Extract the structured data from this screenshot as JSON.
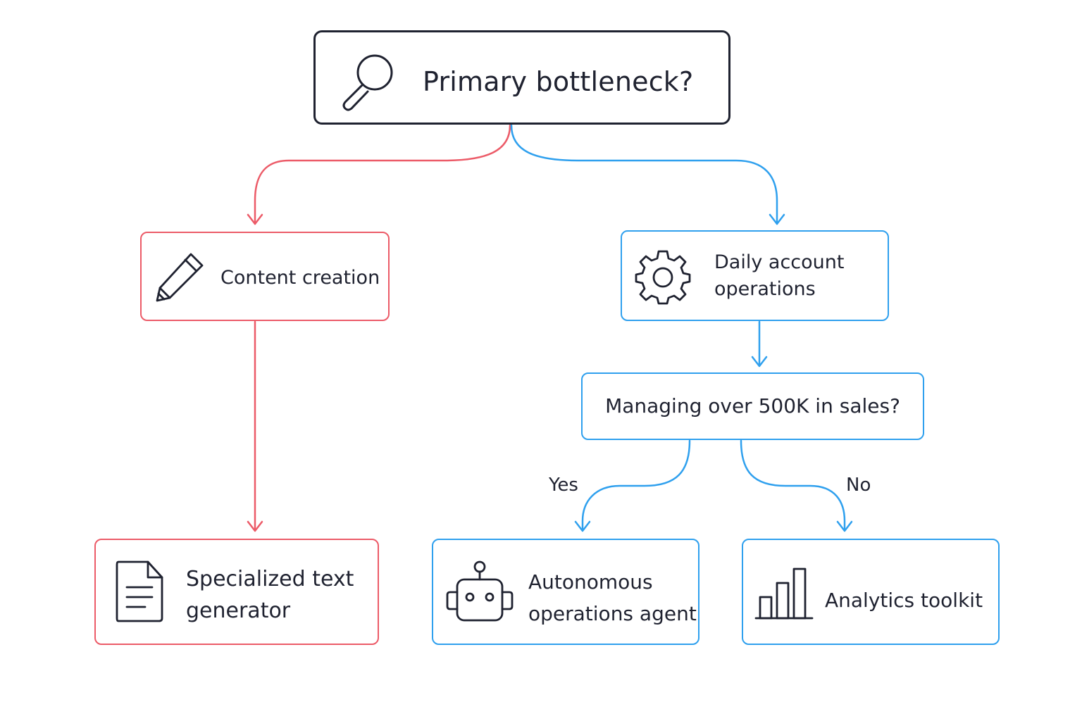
{
  "diagram": {
    "root": {
      "label": "Primary bottleneck?",
      "icon": "magnifier-icon"
    },
    "content_creation": {
      "label": "Content creation",
      "icon": "pencil-icon",
      "color": "#ec5b68"
    },
    "daily_operations": {
      "label_line1": "Daily account",
      "label_line2": "operations",
      "icon": "gear-icon",
      "color": "#2fa0ee"
    },
    "managing_question": {
      "label": "Managing over 500K in sales?"
    },
    "text_generator": {
      "label_line1": "Specialized text",
      "label_line2": "generator",
      "icon": "document-icon"
    },
    "operations_agent": {
      "label_line1": "Autonomous",
      "label_line2": "operations agent",
      "icon": "robot-icon"
    },
    "analytics_toolkit": {
      "label": "Analytics toolkit",
      "icon": "bar-chart-icon"
    },
    "branches": {
      "yes": "Yes",
      "no": "No"
    },
    "colors": {
      "ink": "#1f2230",
      "red": "#ec5b68",
      "blue": "#2fa0ee"
    }
  }
}
